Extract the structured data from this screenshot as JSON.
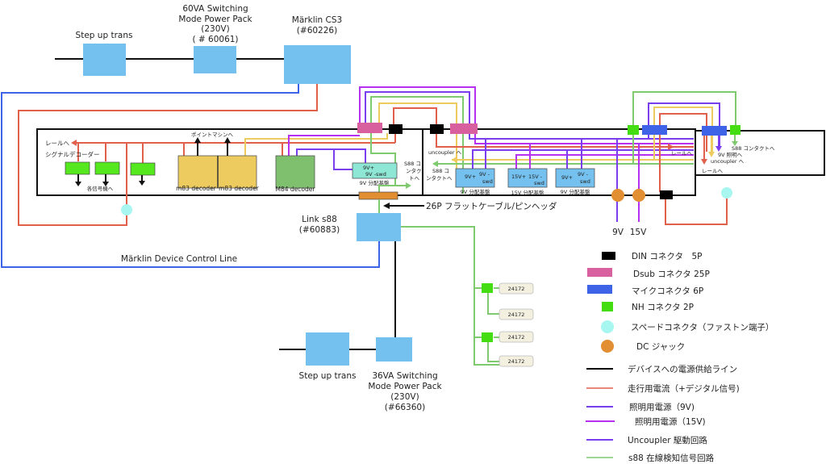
{
  "devices": {
    "stepup_top": {
      "label": [
        "Step up trans"
      ]
    },
    "power_60va": {
      "label": [
        "60VA Switching",
        "Mode Power Pack",
        "(230V)",
        "( # 60061)"
      ]
    },
    "cs3": {
      "label": [
        "Märklin CS3",
        "(#60226)"
      ]
    },
    "link_s88": {
      "label": [
        "Link s88",
        "(#60883)"
      ]
    },
    "stepup_bottom": {
      "label": [
        "Step up trans"
      ]
    },
    "power_36va": {
      "label": [
        "36VA Switching",
        "Mode Power Pack",
        "(230V)",
        "(#66360)"
      ]
    }
  },
  "annotations": {
    "rail_left": "レールへ",
    "signal_decoder": "シグナルデコーダー",
    "each_signal": "各信号機へ",
    "point_machine": "ポイントマシンへ",
    "m83_a": "m83 decoder",
    "m83_b": "m83 decoder",
    "m84": "M84 decoder",
    "dist9_left_a": "9V+",
    "dist9_left_b": "9V -swd",
    "dist9_left_caption": "9V 分配基盤",
    "s88_contact_mid": [
      "S88 コ",
      "ンタク",
      "トへ"
    ],
    "uncoupler_mid": "uncoupler へ",
    "s88_contact_mid2": [
      "S88 コ",
      "ンタクトへ"
    ],
    "dist_a_plus": "9V+",
    "dist_a_minus": [
      "9V -",
      "swd"
    ],
    "dist_a_caption": "9V 分配基盤",
    "dist_b_plus": "15V+",
    "dist_b_minus": [
      "15V -",
      "swd"
    ],
    "dist_b_caption": "15V 分配基盤",
    "dist_c_plus": "9V+",
    "dist_c_minus": [
      "9V -",
      "swd"
    ],
    "dist_c_caption": "9V 分配基盤",
    "flat_cable": "26P フラットケーブル/ピンヘッダ",
    "rail_right": "レールへ",
    "s88_contact_right": "S88 コンタクトへ",
    "light_9v_right": "9V 照明へ",
    "uncoupler_right": "uncoupler へ",
    "rail_right2": "レールへ",
    "jack_9v": "9V",
    "jack_15v": "15V",
    "control_line": "Märklin Device Control Line",
    "s88_module": "24172"
  },
  "legend": {
    "connectors": [
      {
        "label": "DIN コネクタ　5P",
        "color": "#000000",
        "shape": "rect"
      },
      {
        "label": "Dsub コネクタ 25P",
        "color": "#d9609f",
        "shape": "rect-wide"
      },
      {
        "label": "マイクコネクタ 6P",
        "color": "#3f63e6",
        "shape": "rect-wide"
      },
      {
        "label": "NH コネクタ 2P",
        "color": "#44dd11",
        "shape": "rect"
      },
      {
        "label": "スペードコネクタ（ファストン端子）",
        "color": "#a8f6f0",
        "shape": "circle"
      },
      {
        "label": "DC ジャック",
        "color": "#e28f33",
        "shape": "circle"
      }
    ],
    "lines": [
      {
        "label": "デバイスへの電源供給ライン",
        "color": "#000000"
      },
      {
        "label": "走行用電流（+デジタル信号)",
        "color": "#e0604c"
      },
      {
        "label": "照明用電源（9V)",
        "color": "#7a3df0"
      },
      {
        "label": "照明用電源（15V)",
        "color": "#b530f0"
      },
      {
        "label": "Uncoupler 駆動回路",
        "color": "#7a3df0"
      },
      {
        "label": "s88 在線検知信号回路",
        "color": "#7fca6e"
      }
    ]
  },
  "colors": {
    "device_blue": "#74c1f0",
    "decoder_yellow": "#eecb5e",
    "decoder_green": "#7ec06e",
    "signal_green": "#55e81e",
    "dist_teal": "#8ee6d4",
    "flat_orange": "#e28f33",
    "control_blue": "#3f63e6"
  }
}
